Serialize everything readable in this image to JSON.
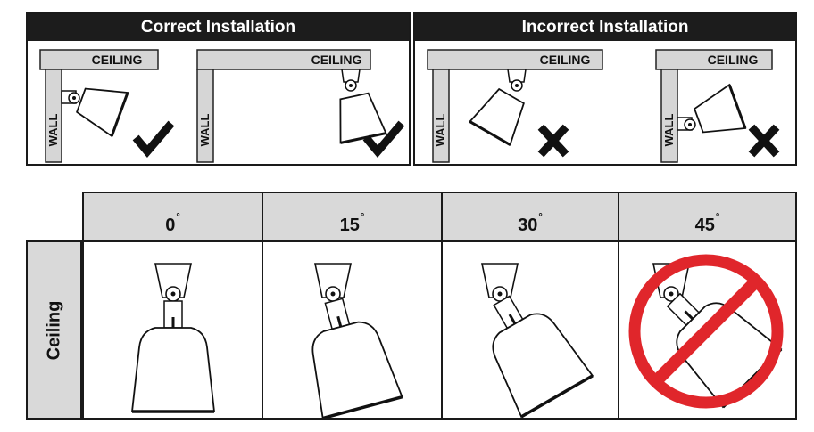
{
  "correct": {
    "title": "Correct Installation",
    "scenes": [
      {
        "ceiling_label": "CEILING",
        "wall_label": "WALL",
        "mark": "check-icon"
      },
      {
        "ceiling_label": "CEILING",
        "wall_label": "WALL",
        "mark": "check-icon"
      }
    ]
  },
  "incorrect": {
    "title": "Incorrect Installation",
    "scenes": [
      {
        "ceiling_label": "CEILING",
        "wall_label": "WALL",
        "mark": "x-icon"
      },
      {
        "ceiling_label": "CEILING",
        "wall_label": "WALL",
        "mark": "x-icon"
      }
    ]
  },
  "angle_table": {
    "row_label": "Ceiling",
    "columns": [
      {
        "angle": "0",
        "degree_symbol": "°",
        "allowed": true
      },
      {
        "angle": "15",
        "degree_symbol": "°",
        "allowed": true
      },
      {
        "angle": "30",
        "degree_symbol": "°",
        "allowed": true
      },
      {
        "angle": "45",
        "degree_symbol": "°",
        "allowed": false
      }
    ],
    "prohibited_color": "#e0262b"
  }
}
